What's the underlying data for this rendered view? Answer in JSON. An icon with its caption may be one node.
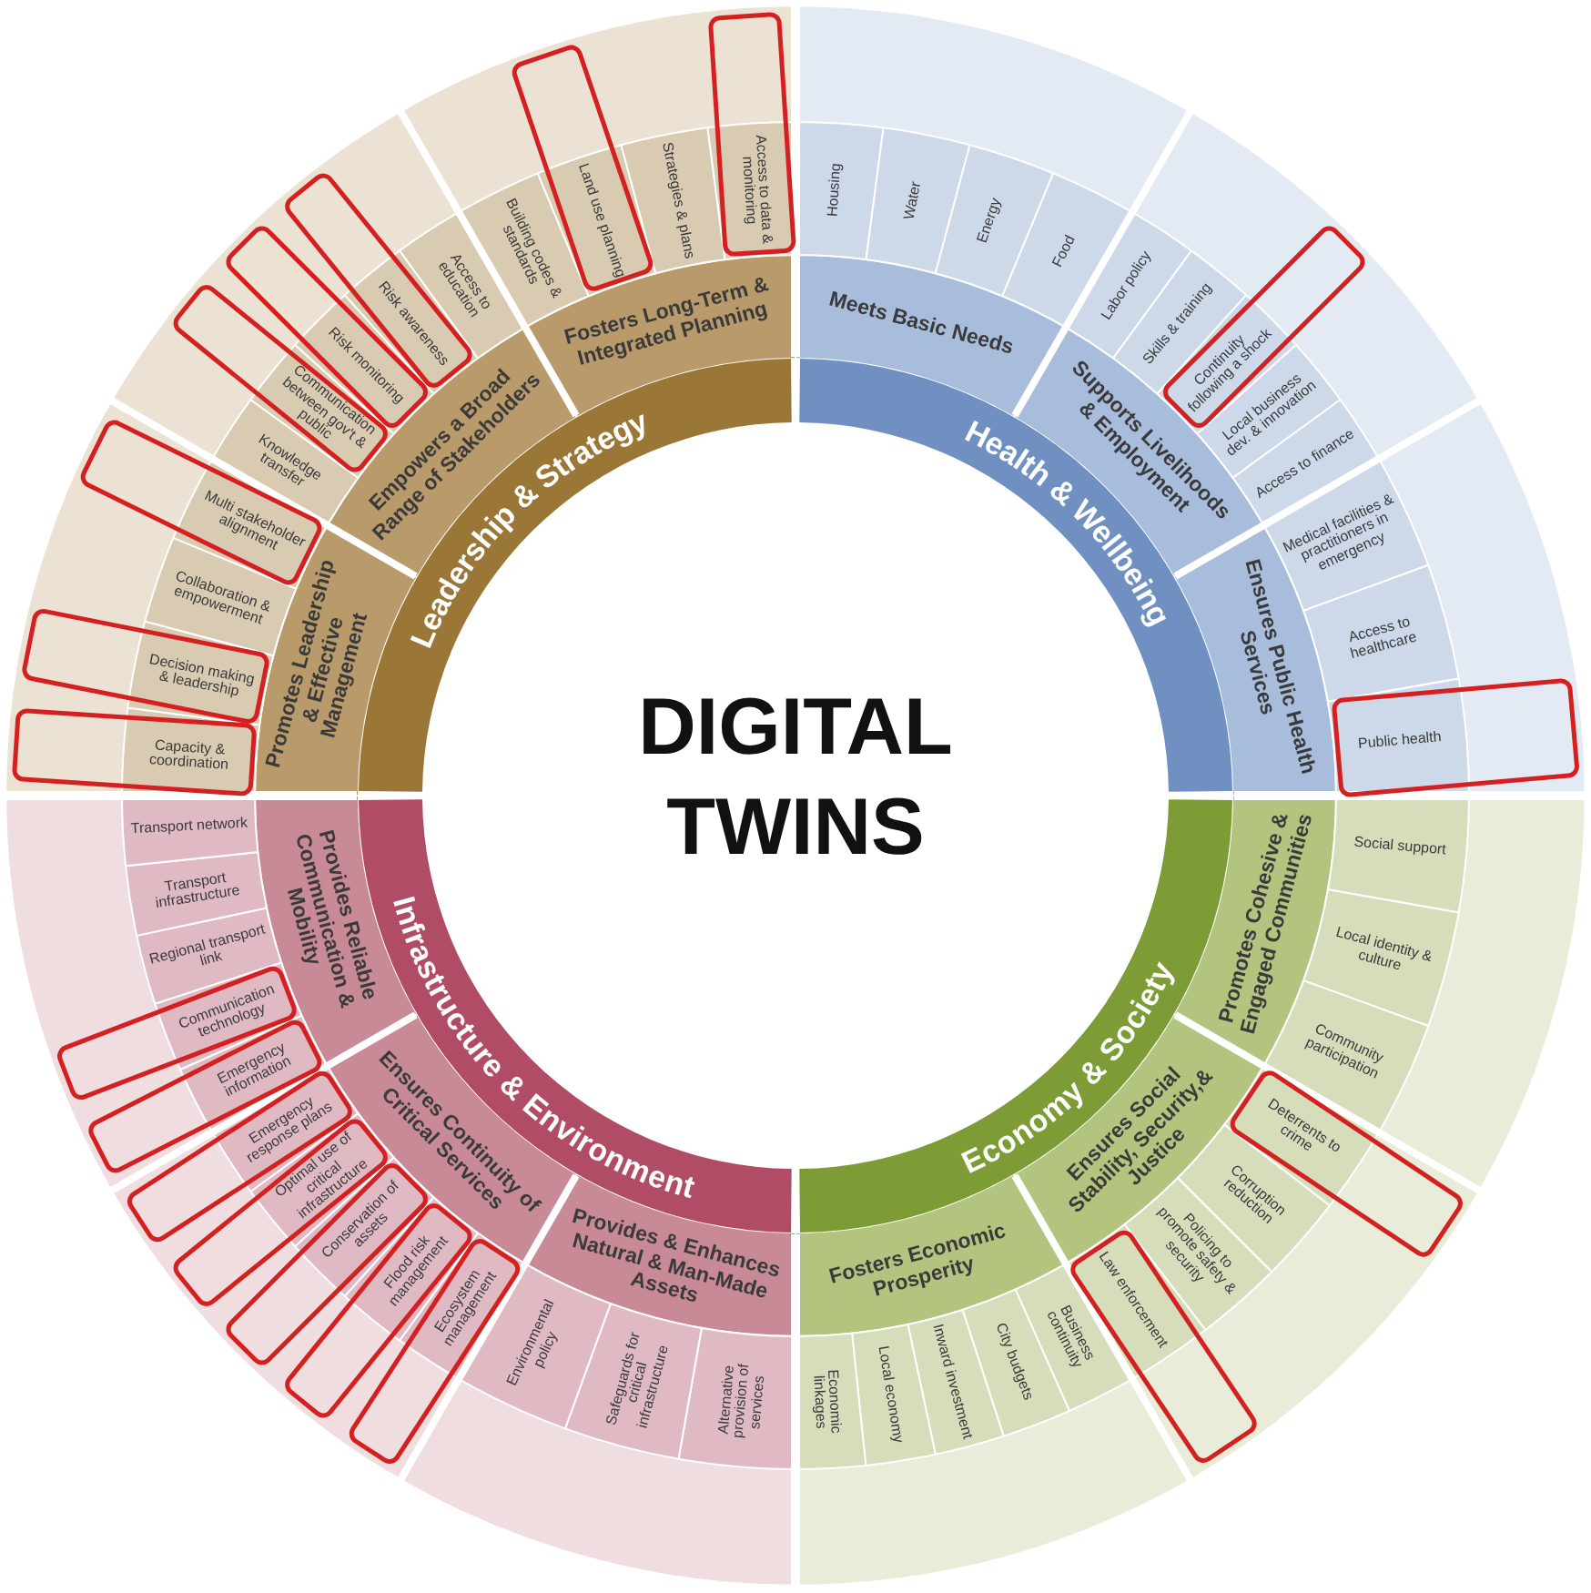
{
  "diagram": {
    "title": "DIGITAL TWINS",
    "nodes": [
      {
        "text": [
          "Leadership & Strategy"
        ]
      },
      {
        "text": [
          "Promotes Leadership & Effective Management"
        ]
      },
      {
        "text": [
          "Capacity & coordination"
        ]
      },
      {
        "text": [
          "Decision making & leadership"
        ]
      },
      {
        "text": [
          "Collaboration & empowerment"
        ]
      },
      {
        "text": [
          "Multi stakeholder alignment"
        ]
      },
      {
        "text": [
          "Empowers a Broad Range of Stakeholders"
        ]
      },
      {
        "text": [
          "Knowledge transfer"
        ]
      },
      {
        "text": [
          "Communication between gov't & public"
        ]
      },
      {
        "text": [
          "Risk monitoring"
        ]
      },
      {
        "text": [
          "Risk awareness"
        ]
      },
      {
        "text": [
          "Access to education"
        ]
      },
      {
        "text": [
          "Fosters Long-Term & Integrated Planning"
        ]
      },
      {
        "text": [
          "Building codes & standards"
        ]
      },
      {
        "text": [
          "Land use planning"
        ]
      },
      {
        "text": [
          "Strategies & plans"
        ]
      },
      {
        "text": [
          "Access to data & monitoring"
        ]
      },
      {
        "text": [
          "Health & Wellbeing"
        ]
      },
      {
        "text": [
          "Meets Basic Needs"
        ]
      },
      {
        "text": [
          "Housing"
        ]
      },
      {
        "text": [
          "Water"
        ]
      },
      {
        "text": [
          "Energy"
        ]
      },
      {
        "text": [
          "Food"
        ]
      },
      {
        "text": [
          "Supports Livelihoods & Employment"
        ]
      },
      {
        "text": [
          "Labor policy"
        ]
      },
      {
        "text": [
          "Skills & training"
        ]
      },
      {
        "text": [
          "Continuity following a shock"
        ]
      },
      {
        "text": [
          "Local business dev. & innovation"
        ]
      },
      {
        "text": [
          "Access to finance"
        ]
      },
      {
        "text": [
          "Ensures Public Health Services"
        ]
      },
      {
        "text": [
          "Medical facilities & practitioners in emergency"
        ]
      },
      {
        "text": [
          "Access to healthcare"
        ]
      },
      {
        "text": [
          "Public health"
        ]
      },
      {
        "text": [
          "Economy & Society"
        ]
      },
      {
        "text": [
          "Promotes Cohesive & Engaged Communities"
        ]
      },
      {
        "text": [
          "Social support"
        ]
      },
      {
        "text": [
          "Local identity & culture"
        ]
      },
      {
        "text": [
          "Community participation"
        ]
      },
      {
        "text": [
          "Ensures Social Stability, Security,& Justice"
        ]
      },
      {
        "text": [
          "Deterrents to crime"
        ]
      },
      {
        "text": [
          "Corruption reduction"
        ]
      },
      {
        "text": [
          "Policing to promote safety & security"
        ]
      },
      {
        "text": [
          "Law enforcement"
        ]
      },
      {
        "text": [
          "Fosters Economic Prosperity"
        ]
      },
      {
        "text": [
          "Business continuity"
        ]
      },
      {
        "text": [
          "City budgets"
        ]
      },
      {
        "text": [
          "Inward investment"
        ]
      },
      {
        "text": [
          "Local economy"
        ]
      },
      {
        "text": [
          "Economic linkages"
        ]
      },
      {
        "text": [
          "Infrastructure & Environment"
        ]
      },
      {
        "text": [
          "Provides & Enhances Natural & Man-Made Assets"
        ]
      },
      {
        "text": [
          "Alternative provision of services"
        ]
      },
      {
        "text": [
          "Safeguards for critical infrastructure"
        ]
      },
      {
        "text": [
          "Environmental policy"
        ]
      },
      {
        "text": [
          "Ensures Continuity of Critical Services"
        ]
      },
      {
        "text": [
          "Ecosystem management"
        ]
      },
      {
        "text": [
          "Flood risk management"
        ]
      },
      {
        "text": [
          "Conservation of assets"
        ]
      },
      {
        "text": [
          "Optimal use of critical infrastructure"
        ]
      },
      {
        "text": [
          "Emergency response plans"
        ]
      },
      {
        "text": [
          "Provides Reliable Communication & Mobility"
        ]
      },
      {
        "text": [
          "Emergency information"
        ]
      },
      {
        "text": [
          "Communication technology"
        ]
      },
      {
        "text": [
          "Regional transport link"
        ]
      },
      {
        "text": [
          "Transport infrastructure"
        ]
      },
      {
        "text": [
          "Transport network"
        ]
      }
    ]
  }
}
